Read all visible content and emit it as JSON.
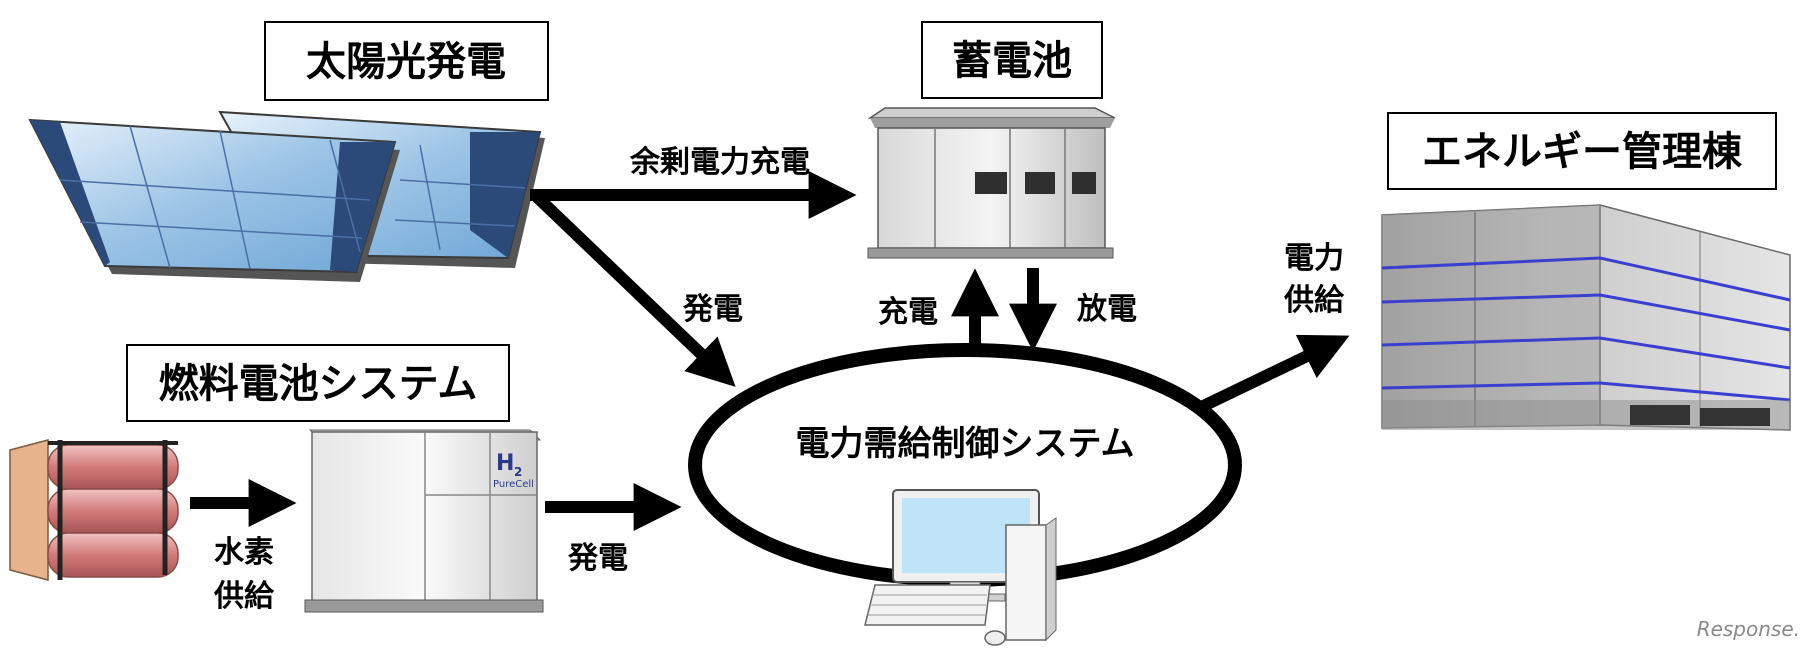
{
  "titles": {
    "solar": "太陽光発電",
    "battery": "蓄電池",
    "building": "エネルギー管理棟",
    "fuel_cell": "燃料電池システム"
  },
  "hub": {
    "label": "電力需給制御システム"
  },
  "arrows": {
    "surplus_charge": "余剰電力充電",
    "solar_generation": "発電",
    "charge": "充電",
    "discharge": "放電",
    "supply_line1": "電力",
    "supply_line2": "供給",
    "hydrogen_line1": "水素",
    "hydrogen_line2": "供給",
    "fuel_generation": "発電"
  },
  "devices": {
    "fuel_cell_logo_main": "H",
    "fuel_cell_logo_sub": "2",
    "fuel_cell_logo_brand": "PureCell"
  },
  "watermark": "Response."
}
